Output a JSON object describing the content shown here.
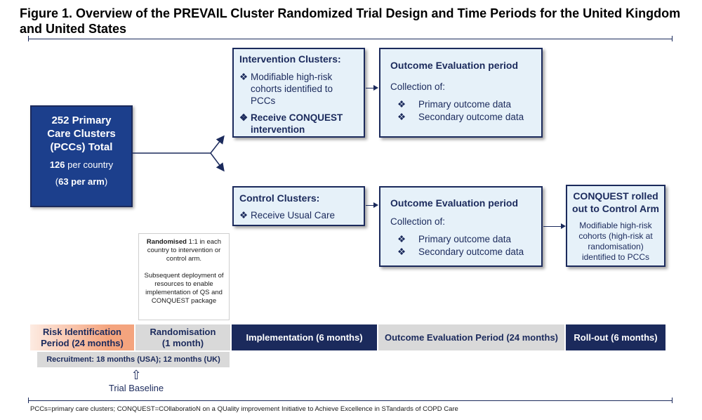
{
  "figure": {
    "title": "Figure 1. Overview of the PREVAIL Cluster Randomized Trial Design and Time Periods for the United Kingdom and United States"
  },
  "pcc_box": {
    "line1": "252 Primary",
    "line2": "Care Clusters",
    "line3": "(PCCs) Total",
    "per_country_num": "126",
    "per_country_text": " per country",
    "per_arm_open": "(",
    "per_arm_num": "63 per arm",
    "per_arm_close": ")"
  },
  "intervention": {
    "heading": "Intervention Clusters:",
    "bullet1": "Modifiable high-risk cohorts identified to PCCs",
    "bullet2": "Receive CONQUEST intervention"
  },
  "control": {
    "heading": "Control Clusters:",
    "bullet1": "Receive Usual Care"
  },
  "outcome_top": {
    "heading": "Outcome Evaluation period",
    "collection": "Collection of:",
    "item1": "Primary outcome data",
    "item2": "Secondary outcome data"
  },
  "outcome_bottom": {
    "heading": "Outcome Evaluation period",
    "collection": "Collection of:",
    "item1": "Primary outcome data",
    "item2": "Secondary outcome data"
  },
  "rollout_box": {
    "heading": "CONQUEST rolled out to Control Arm",
    "body": "Modifiable high-risk cohorts (high-risk at randomisation) identified to PCCs"
  },
  "randomised_note": {
    "bold": "Randomised",
    "rest": " 1:1 in each country to intervention or control arm.",
    "para2": "Subsequent deployment of resources to enable implementation of QS and CONQUEST package"
  },
  "timeline": [
    {
      "label": "Risk Identification Period (24 months)"
    },
    {
      "label": "Randomisation (1 month)"
    },
    {
      "label": "Implementation (6 months)"
    },
    {
      "label": "Outcome Evaluation Period (24 months)"
    },
    {
      "label": "Roll-out (6 months)"
    }
  ],
  "recruitment": "Recruitment: 18 months (USA); 12 months (UK)",
  "baseline": {
    "arrow": "⇧",
    "label": "Trial Baseline"
  },
  "bullet_glyph": "❖",
  "footnote": "PCCs=primary care clusters; CONQUEST=COllaboratioN on a QUality improvement Initiative to Achieve Excellence in STandards of COPD Care",
  "colors": {
    "navy": "#1b2a5c",
    "box_blue": "#1c3f8c",
    "light_box": "#e6f1f9",
    "orange": "#f4a47e",
    "grey": "#d9d9d9"
  }
}
